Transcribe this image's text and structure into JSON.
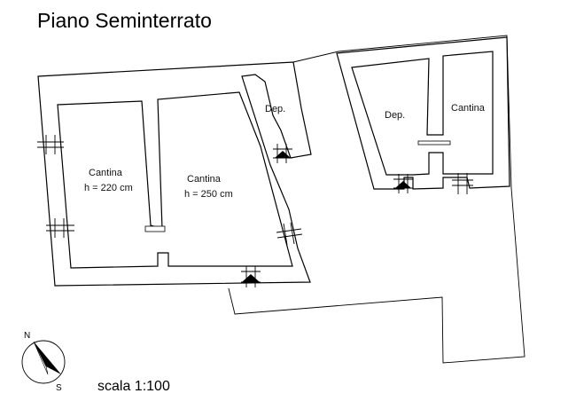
{
  "title": "Piano Seminterrato",
  "scale": "scala 1:100",
  "compass": {
    "north": "N",
    "south": "S"
  },
  "rooms": {
    "cantina_left": {
      "name": "Cantina",
      "height": "h = 220 cm"
    },
    "cantina_center": {
      "name": "Cantina",
      "height": "h = 250 cm"
    },
    "dep_small": {
      "name": "Dep."
    },
    "dep_right": {
      "name": "Dep."
    },
    "cantina_right": {
      "name": "Cantina"
    }
  }
}
